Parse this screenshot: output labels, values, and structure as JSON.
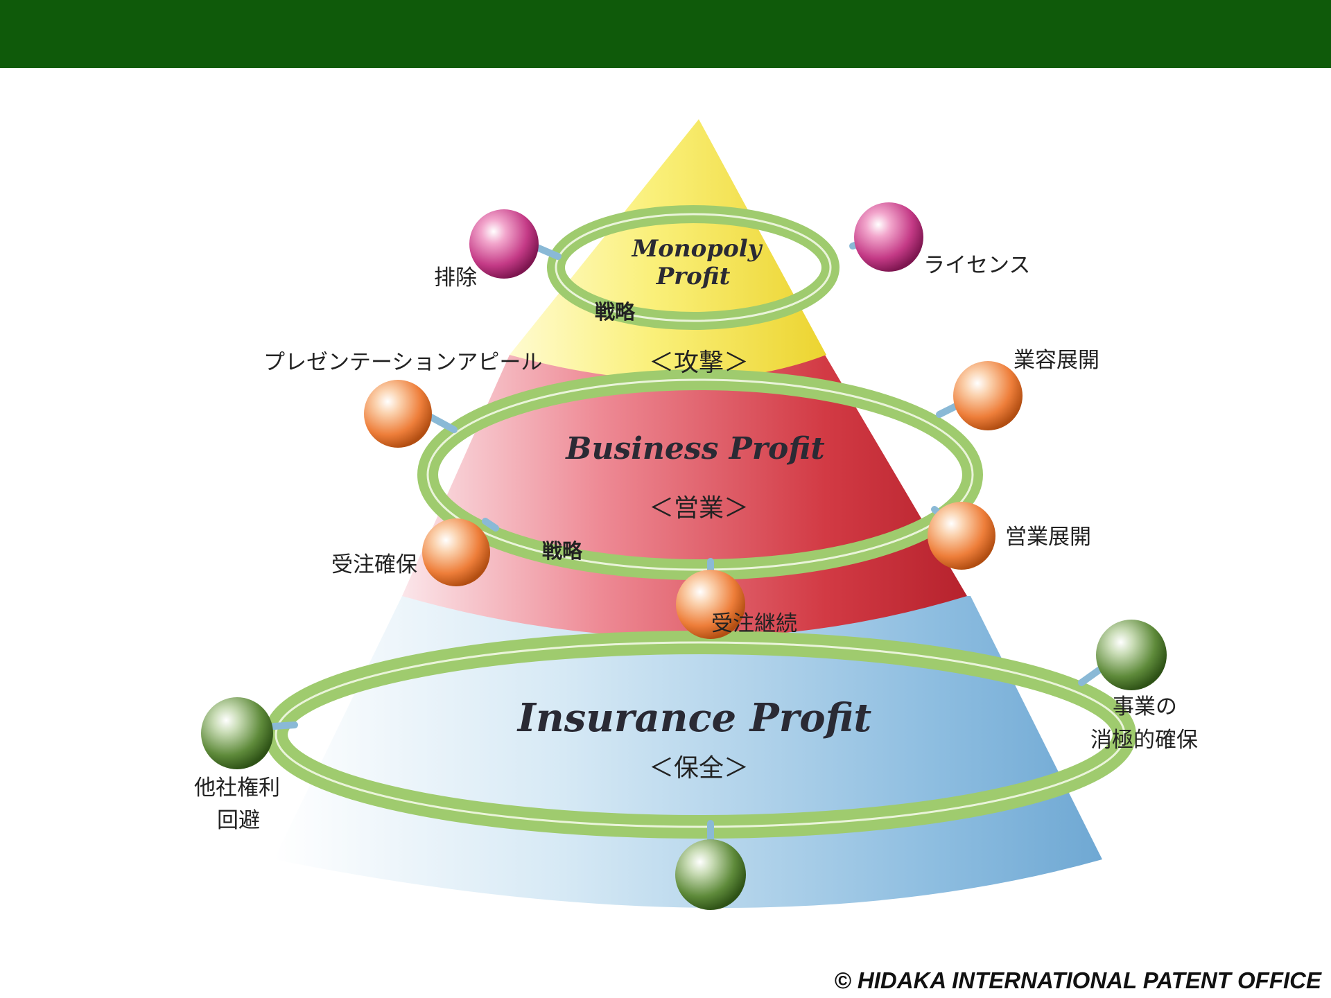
{
  "header": {
    "bar_color": "#0f5a0a"
  },
  "tiers": {
    "top": {
      "title_line1": "Monopoly",
      "title_line2": "Profit",
      "role": "＜攻撃＞",
      "ring_label": "戦略",
      "color": "#f2e24a"
    },
    "middle": {
      "title": "Business Profit",
      "role": "＜営業＞",
      "ring_label": "戦略",
      "color": "#d9404a"
    },
    "bottom": {
      "title": "Insurance  Profit",
      "role": "＜保全＞",
      "color": "#8fbfe0"
    }
  },
  "nodes": {
    "haijo": "排除",
    "license": "ライセンス",
    "presentation": "プレゼンテーションアピール",
    "gyoyo": "業容展開",
    "eigyo": "営業展開",
    "juchu_kakuho": "受注確保",
    "juchu_keizoku": "受注継続",
    "tasha_line1": "他社権利",
    "tasha_line2": "回避",
    "jigyo_line1": "事業の",
    "jigyo_line2": "消極的確保"
  },
  "footer": {
    "copyright": "© HIDAKA INTERNATIONAL PATENT OFFICE"
  }
}
